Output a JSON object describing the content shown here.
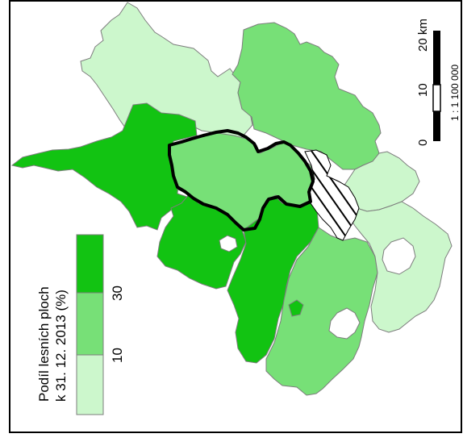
{
  "legend": {
    "title_line1": "Podíl lesních ploch",
    "title_line2": "k 31. 12. 2013 (%)",
    "break_low": "10",
    "break_high": "30",
    "classes": [
      {
        "range": "<10",
        "color": "#ccf7cc"
      },
      {
        "range": "10-30",
        "color": "#77e077"
      },
      {
        "range": ">30",
        "color": "#12c312"
      }
    ]
  },
  "scalebar": {
    "tick_0": "0",
    "tick_10": "10",
    "tick_20": "20 km",
    "ratio": "1 : 1 100 000"
  },
  "colors": {
    "low": "#ccf7cc",
    "mid": "#77e077",
    "high": "#12c312",
    "border": "#7d7d7d",
    "highlight_outline": "#000000"
  }
}
